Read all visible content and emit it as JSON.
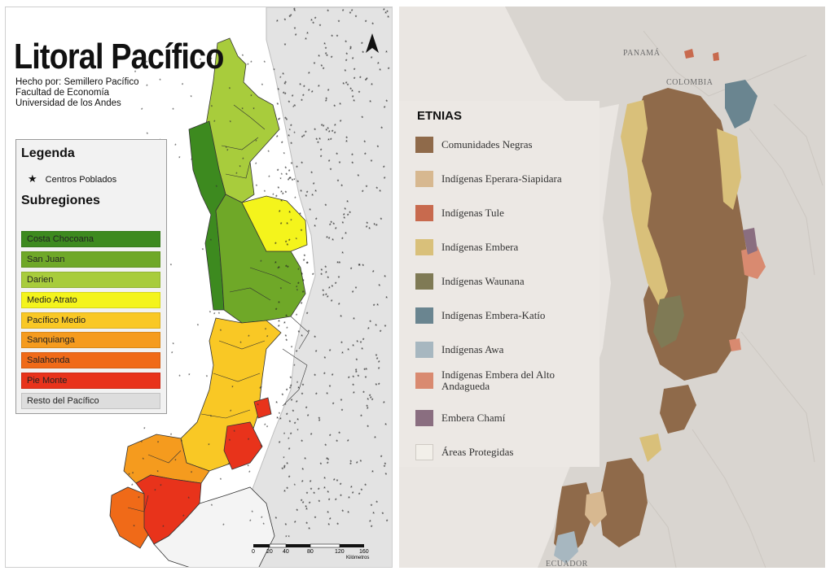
{
  "left_map": {
    "title": "Litoral Pacífico",
    "credits": [
      "Hecho por: Semillero Pacífico",
      "Facultad de Economía",
      "Universidad de los Andes"
    ],
    "legend": {
      "title": "Legenda",
      "points_label": "Centros Poblados",
      "subregions_title": "Subregiones",
      "items": [
        {
          "label": "Costa Chocoana",
          "color": "#3d8a1f"
        },
        {
          "label": "San Juan",
          "color": "#6fa828"
        },
        {
          "label": "Darien",
          "color": "#a8cc3c"
        },
        {
          "label": "Medio Atrato",
          "color": "#f4f41c"
        },
        {
          "label": "Pacífico Medio",
          "color": "#f9c825"
        },
        {
          "label": "Sanquianga",
          "color": "#f59b1e"
        },
        {
          "label": "Salahonda",
          "color": "#f06a18"
        },
        {
          "label": "Pie Monte",
          "color": "#e8331b"
        },
        {
          "label": "Resto del Pacífico",
          "color": "#dddddd"
        }
      ]
    },
    "scale": {
      "ticks": [
        "0",
        "20",
        "40",
        "80",
        "120",
        "160"
      ],
      "unit": "Kilómetros"
    }
  },
  "right_map": {
    "legend_title": "ETNIAS",
    "countries": [
      "PANAMÁ",
      "COLOMBIA",
      "ECUADOR"
    ],
    "items": [
      {
        "label": "Comunidades Negras",
        "color": "#8f6a4a"
      },
      {
        "label": "Indígenas Eperara-Siapidara",
        "color": "#d7b890"
      },
      {
        "label": "Indígenas Tule",
        "color": "#c86a4e"
      },
      {
        "label": "Indígenas Embera",
        "color": "#d9c07a"
      },
      {
        "label": "Indígenas Waunana",
        "color": "#7f7a55"
      },
      {
        "label": "Indígenas Embera-Katío",
        "color": "#6a8590"
      },
      {
        "label": "Indígenas Awa",
        "color": "#a7b7c0"
      },
      {
        "label": "Indígenas Embera del Alto Andagueda",
        "color": "#d98a70"
      },
      {
        "label": "Embera Chamí",
        "color": "#8a6e80"
      },
      {
        "label": "Áreas Protegidas",
        "color": "#f2efe9"
      }
    ]
  }
}
